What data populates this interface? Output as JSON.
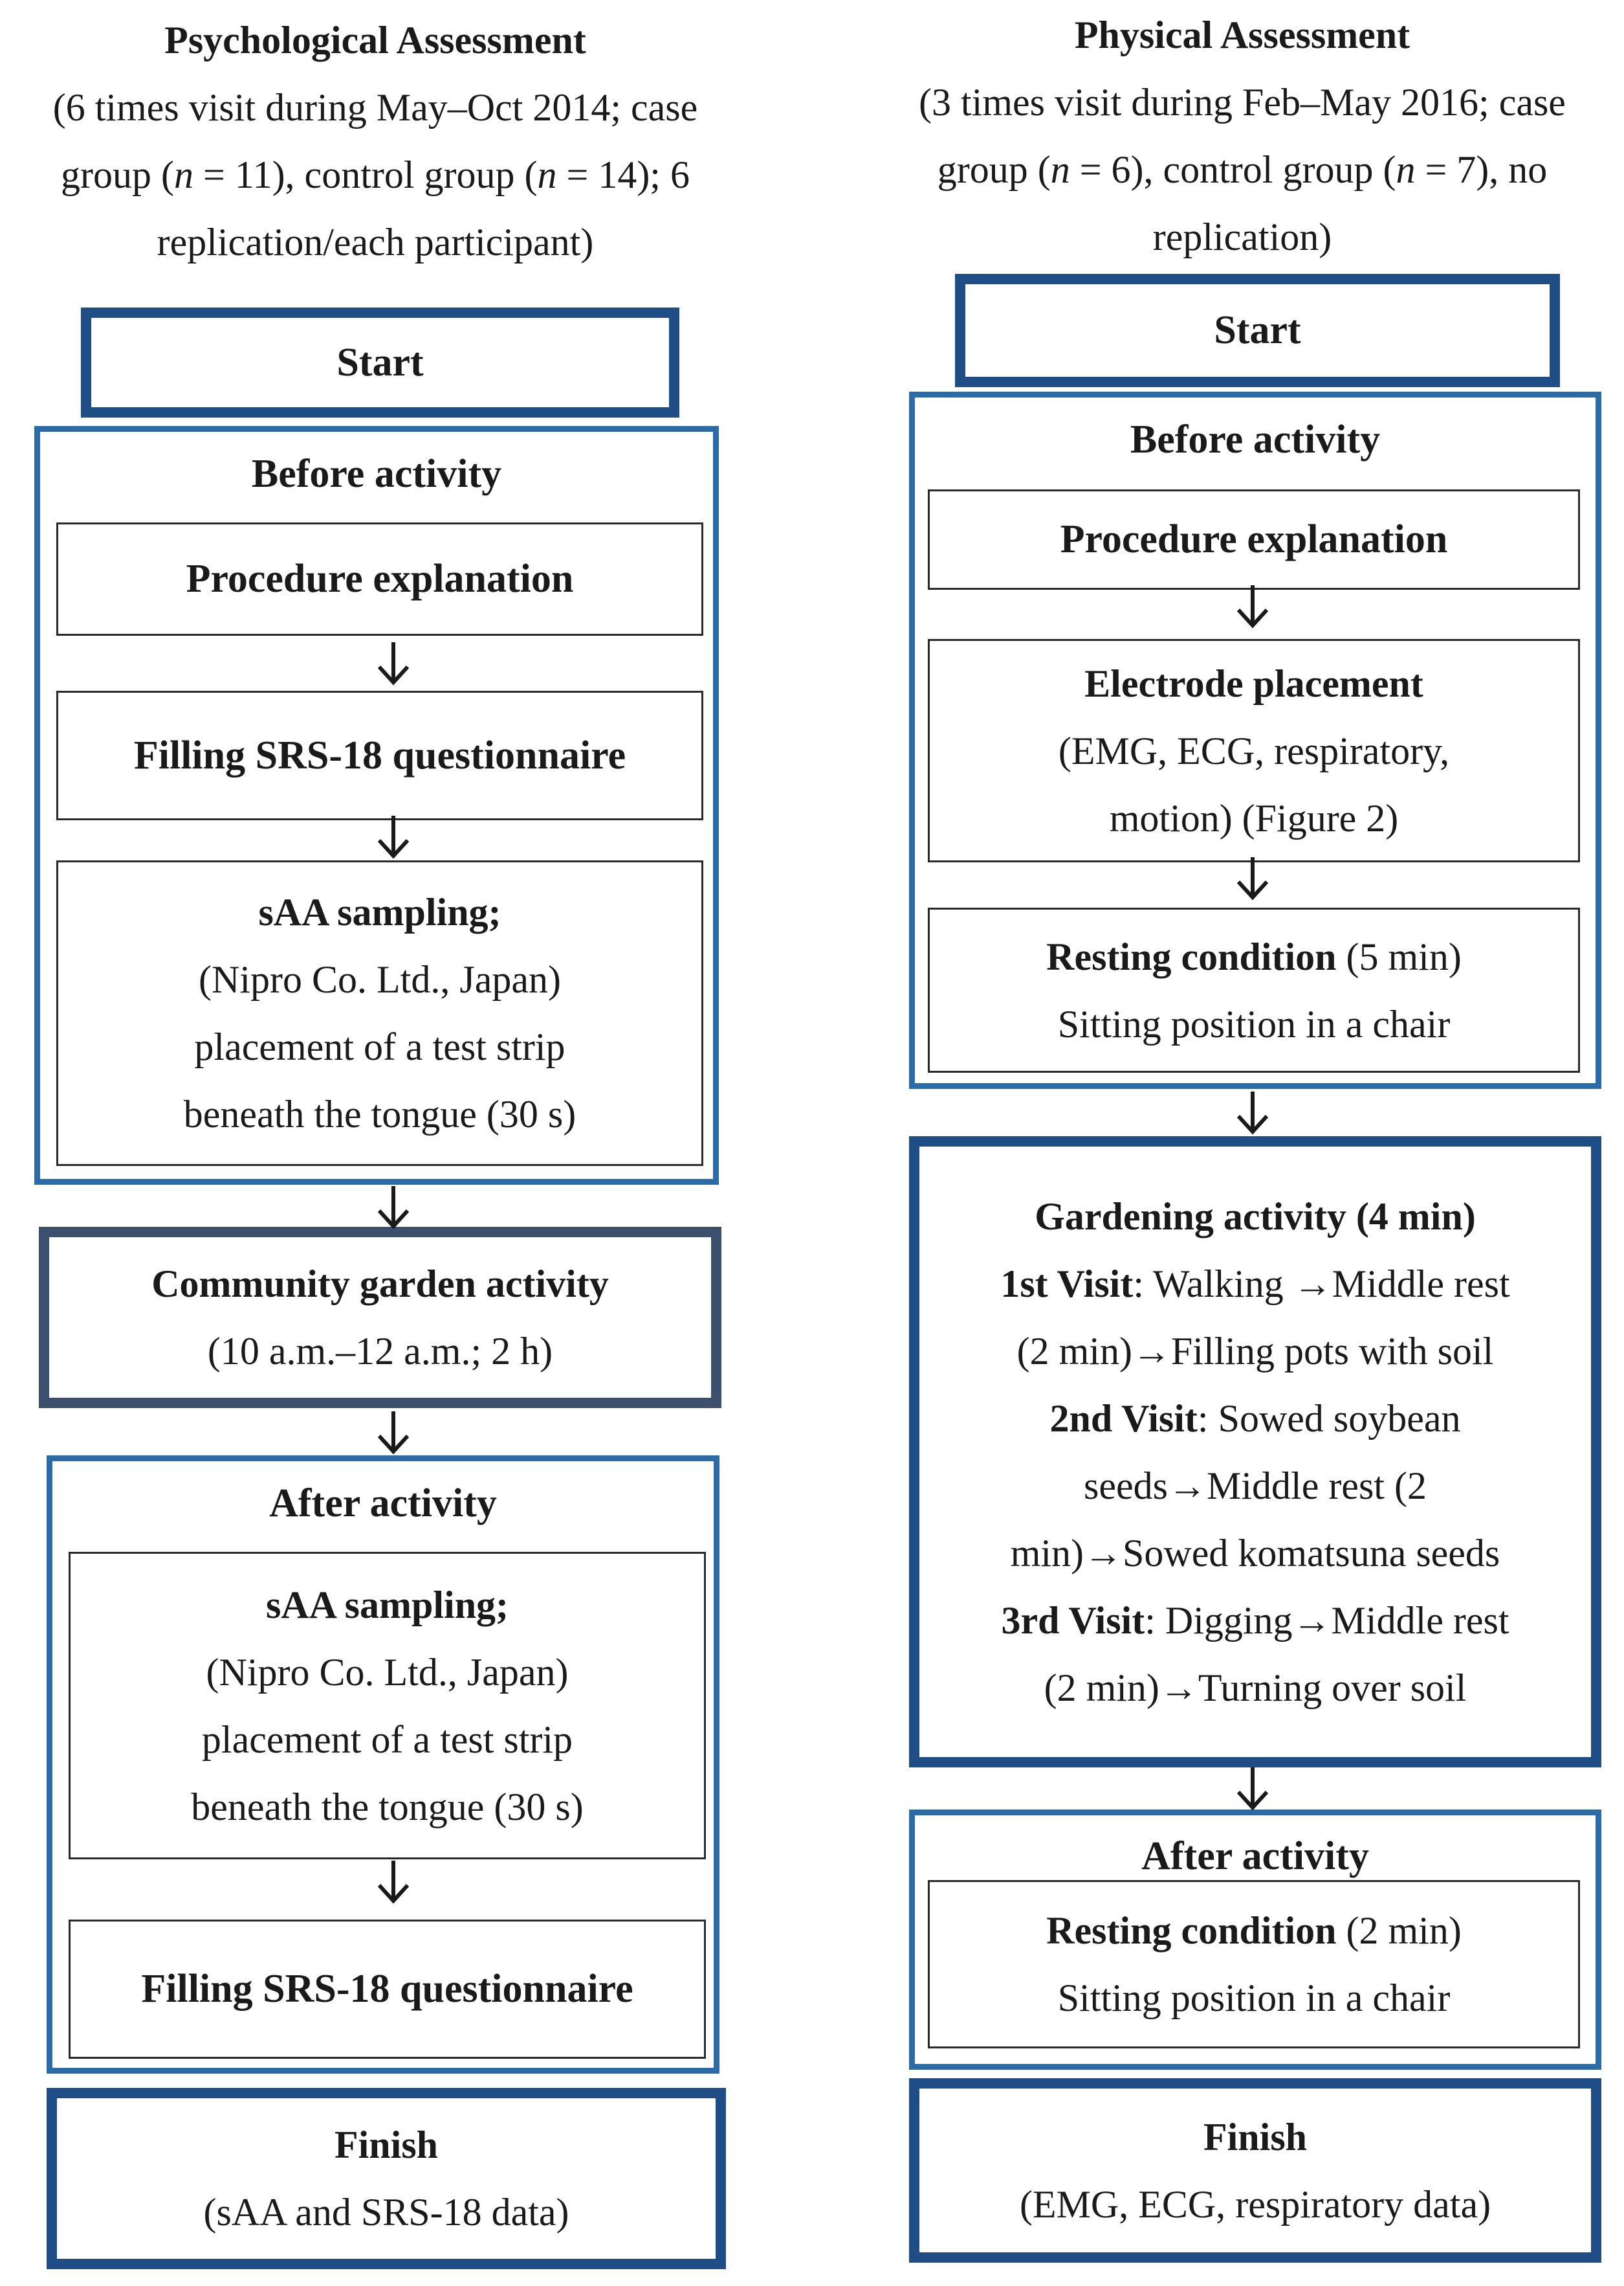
{
  "psych": {
    "title": "Psychological Assessment",
    "subtitle_1": "(6 times visit during May–Oct 2014; case",
    "subtitle_2a": "group (",
    "subtitle_2n": "n",
    "subtitle_2b": " = 11), control group (",
    "subtitle_2n2": "n",
    "subtitle_2c": " = 14); 6",
    "subtitle_3": "replication/each participant)",
    "start": "Start",
    "before": "Before activity",
    "procedure": "Procedure explanation",
    "filling1": "Filling SRS-18 questionnaire",
    "saa1_title": "sAA sampling;",
    "saa1_l1": "(Nipro Co. Ltd., Japan)",
    "saa1_l2": "placement of a test strip",
    "saa1_l3": "beneath the tongue (30 s)",
    "community_title": "Community garden activity",
    "community_sub": "(10 a.m.–12 a.m.; 2 h)",
    "after": "After activity",
    "saa2_title": "sAA sampling;",
    "saa2_l1": "(Nipro Co. Ltd., Japan)",
    "saa2_l2": "placement of a test strip",
    "saa2_l3": "beneath the tongue (30 s)",
    "filling2": "Filling SRS-18 questionnaire",
    "finish": "Finish",
    "finish_sub": "(sAA and SRS-18 data)"
  },
  "phys": {
    "title": "Physical Assessment",
    "subtitle_1": "(3 times visit during Feb–May 2016; case",
    "subtitle_2a": "group (",
    "subtitle_2n": "n",
    "subtitle_2b": " = 6), control group (",
    "subtitle_2n2": "n",
    "subtitle_2c": " = 7), no",
    "subtitle_3": "replication)",
    "start": "Start",
    "before": "Before activity",
    "procedure": "Procedure explanation",
    "electrode_title": "Electrode placement",
    "electrode_l1": "(EMG, ECG, respiratory,",
    "electrode_l2": "motion) (Figure 2)",
    "resting1_title": "Resting condition",
    "resting1_time": " (5 min)",
    "resting1_l2": "Sitting position in a chair",
    "garden_title": "Gardening activity (4 min)",
    "v1_label": "1st Visit",
    "v1_l1": ": Walking →Middle rest",
    "v1_l2": "(2 min)→Filling pots with soil",
    "v2_label": "2nd Visit",
    "v2_l1": ": Sowed soybean",
    "v2_l2": "seeds→Middle rest (2",
    "v2_l3": "min)→Sowed komatsuna seeds",
    "v3_label": "3rd Visit",
    "v3_l1": ": Digging→Middle rest",
    "v3_l2": "(2 min)→Turning over soil",
    "after": "After activity",
    "resting2_title": "Resting condition",
    "resting2_time": " (2 min)",
    "resting2_l2": "Sitting position in a chair",
    "finish": "Finish",
    "finish_sub": "(EMG, ECG, respiratory data)"
  },
  "colors": {
    "frame": "#1f4e87",
    "frame_mid": "#2b6ca8",
    "frame_grey": "#3c506e",
    "inner": "#2a2a2a"
  }
}
